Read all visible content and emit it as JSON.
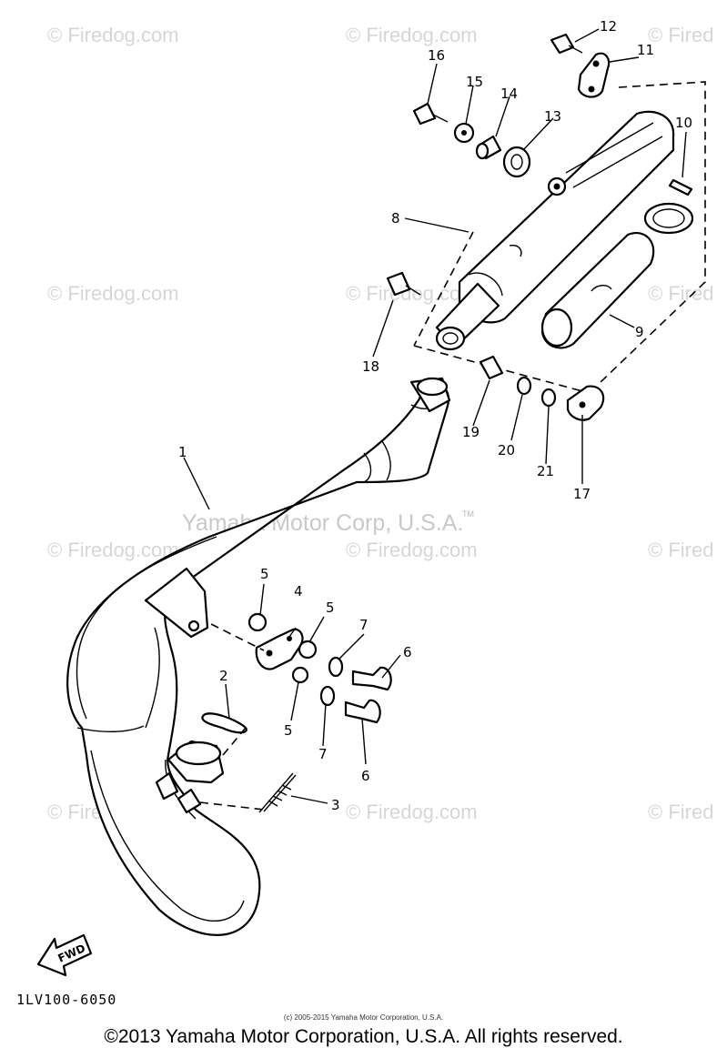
{
  "watermarks": {
    "text": "© Firedog.com",
    "short_left": "© Firedog",
    "short_right": "© Fired",
    "yamaha": "Yamaha Motor Corp, U.S.A.",
    "tm": "TM"
  },
  "labels": {
    "p1": "1",
    "p2": "2",
    "p3": "3",
    "p4": "4",
    "p5a": "5",
    "p5b": "5",
    "p5c": "5",
    "p6a": "6",
    "p6b": "6",
    "p7a": "7",
    "p7b": "7",
    "p8": "8",
    "p9": "9",
    "p10": "10",
    "p11": "11",
    "p12": "12",
    "p13": "13",
    "p14": "14",
    "p15": "15",
    "p16": "16",
    "p17": "17",
    "p18": "18",
    "p19": "19",
    "p20": "20",
    "p21": "21"
  },
  "fwd": "FWD",
  "diagram_code": "1LV100-6050",
  "small_copyright": "(c) 2005-2015 Yamaha Motor Corporation, U.S.A.",
  "main_copyright": "©2013 Yamaha Motor Corporation, U.S.A. All rights reserved."
}
